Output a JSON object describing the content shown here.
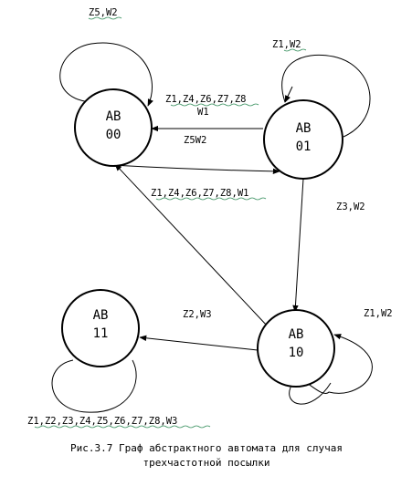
{
  "nodes": [
    {
      "id": "ab00",
      "line1": "AB",
      "line2": "00"
    },
    {
      "id": "ab01",
      "line1": "AB",
      "line2": "01"
    },
    {
      "id": "ab10",
      "line1": "AB",
      "line2": "10"
    },
    {
      "id": "ab11",
      "line1": "AB",
      "line2": "11"
    }
  ],
  "edge_labels": {
    "loop_00": "Z5,W2",
    "e01_00_line1": "Z1,Z4,Z6,Z7,Z8",
    "e01_00_line2": "W1",
    "e00_01": "Z5W2",
    "loop_01": "Z1,W2",
    "e01_10": "Z3,W2",
    "e10_00": "Z1,Z4,Z6,Z7,Z8,W1",
    "e10_11": "Z2,W3",
    "loop_10": "Z1,W2",
    "loop_11": "Z1,Z2,Z3,Z4,Z5,Z6,Z7,Z8,W3"
  },
  "caption": {
    "line1": "Рис.3.7  Граф абстрактного автомата для случая",
    "line2": "трехчастотной посылки"
  }
}
